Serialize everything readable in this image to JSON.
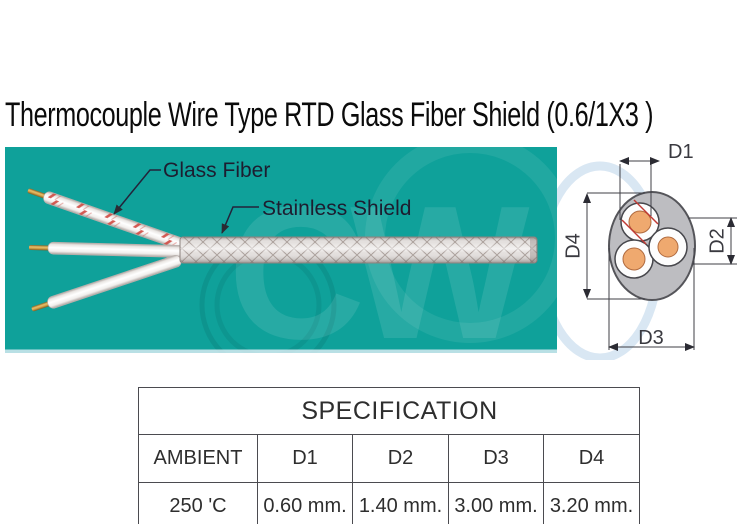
{
  "title": "Thermocouple Wire Type RTD Glass Fiber Shield (0.6/1X3 )",
  "illustration": {
    "labels": {
      "glass_fiber": "Glass Fiber",
      "stainless_shield": "Stainless Shield"
    },
    "watermark_letters": "CW",
    "colors": {
      "panel_teal": "#0FA19A",
      "braid_gray": "#E3DFDD",
      "wire_white": "#FFFFFF",
      "conductor_orange": "#D8A84E",
      "red_stripe": "#CF4A42",
      "cross_section_gray": "#BDBDC1",
      "core_orange": "#EFA96F",
      "dimension_line": "#3F3F46",
      "watermark_blue": "#D9E7F3"
    }
  },
  "cross_section": {
    "dims": {
      "d1": "D1",
      "d2": "D2",
      "d3": "D3",
      "d4": "D4"
    }
  },
  "spec_table": {
    "title": "SPECIFICATION",
    "columns": [
      "AMBIENT",
      "D1",
      "D2",
      "D3",
      "D4"
    ],
    "values": [
      "250 'C",
      "0.60 mm.",
      "1.40 mm.",
      "3.00 mm.",
      "3.20 mm."
    ]
  }
}
